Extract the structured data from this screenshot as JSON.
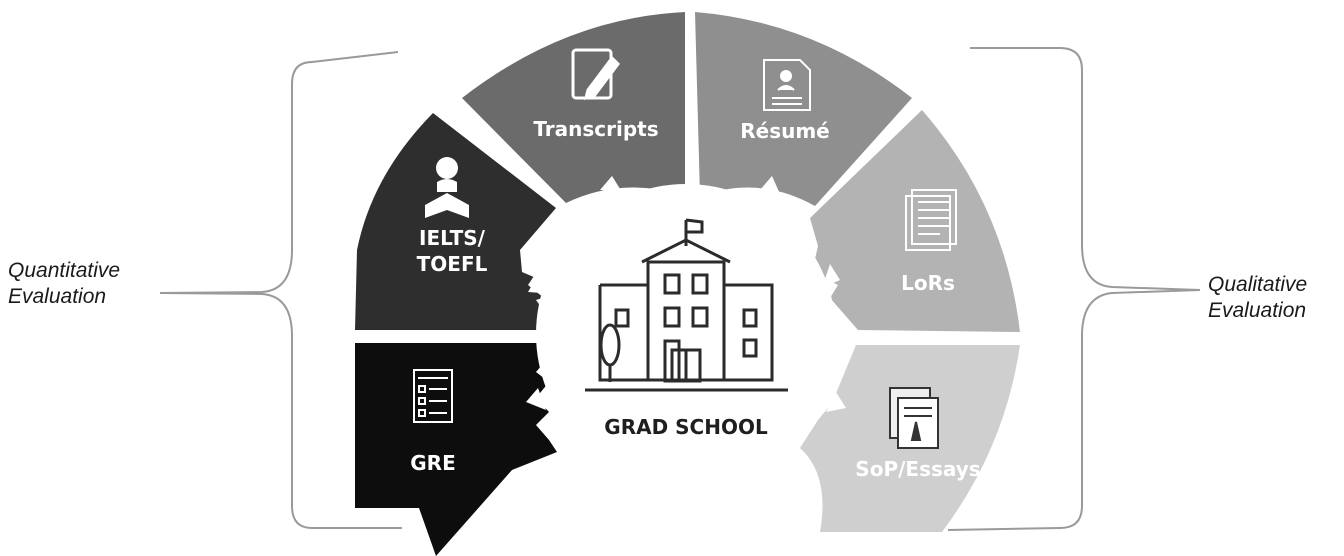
{
  "diagram": {
    "center": {
      "label": "GRAD SCHOOL",
      "icon": "school-building-icon"
    },
    "left_group": {
      "label_line1": "Quantitative",
      "label_line2": "Evaluation"
    },
    "right_group": {
      "label_line1": "Qualitative",
      "label_line2": "Evaluation"
    },
    "segments": [
      {
        "label": "GRE",
        "icon": "test-sheet-icon",
        "color": "#0d0d0d"
      },
      {
        "label_line1": "IELTS/",
        "label_line2": "TOEFL",
        "icon": "student-reading-icon",
        "color": "#2e2e2e"
      },
      {
        "label": "Transcripts",
        "icon": "document-pen-icon",
        "color": "#6b6b6b"
      },
      {
        "label": "Résumé",
        "icon": "resume-icon",
        "color": "#8f8f8f"
      },
      {
        "label": "LoRs",
        "icon": "letters-icon",
        "color": "#b3b3b3"
      },
      {
        "label": "SoP/Essays",
        "icon": "essays-icon",
        "color": "#cfcfcf"
      }
    ]
  }
}
